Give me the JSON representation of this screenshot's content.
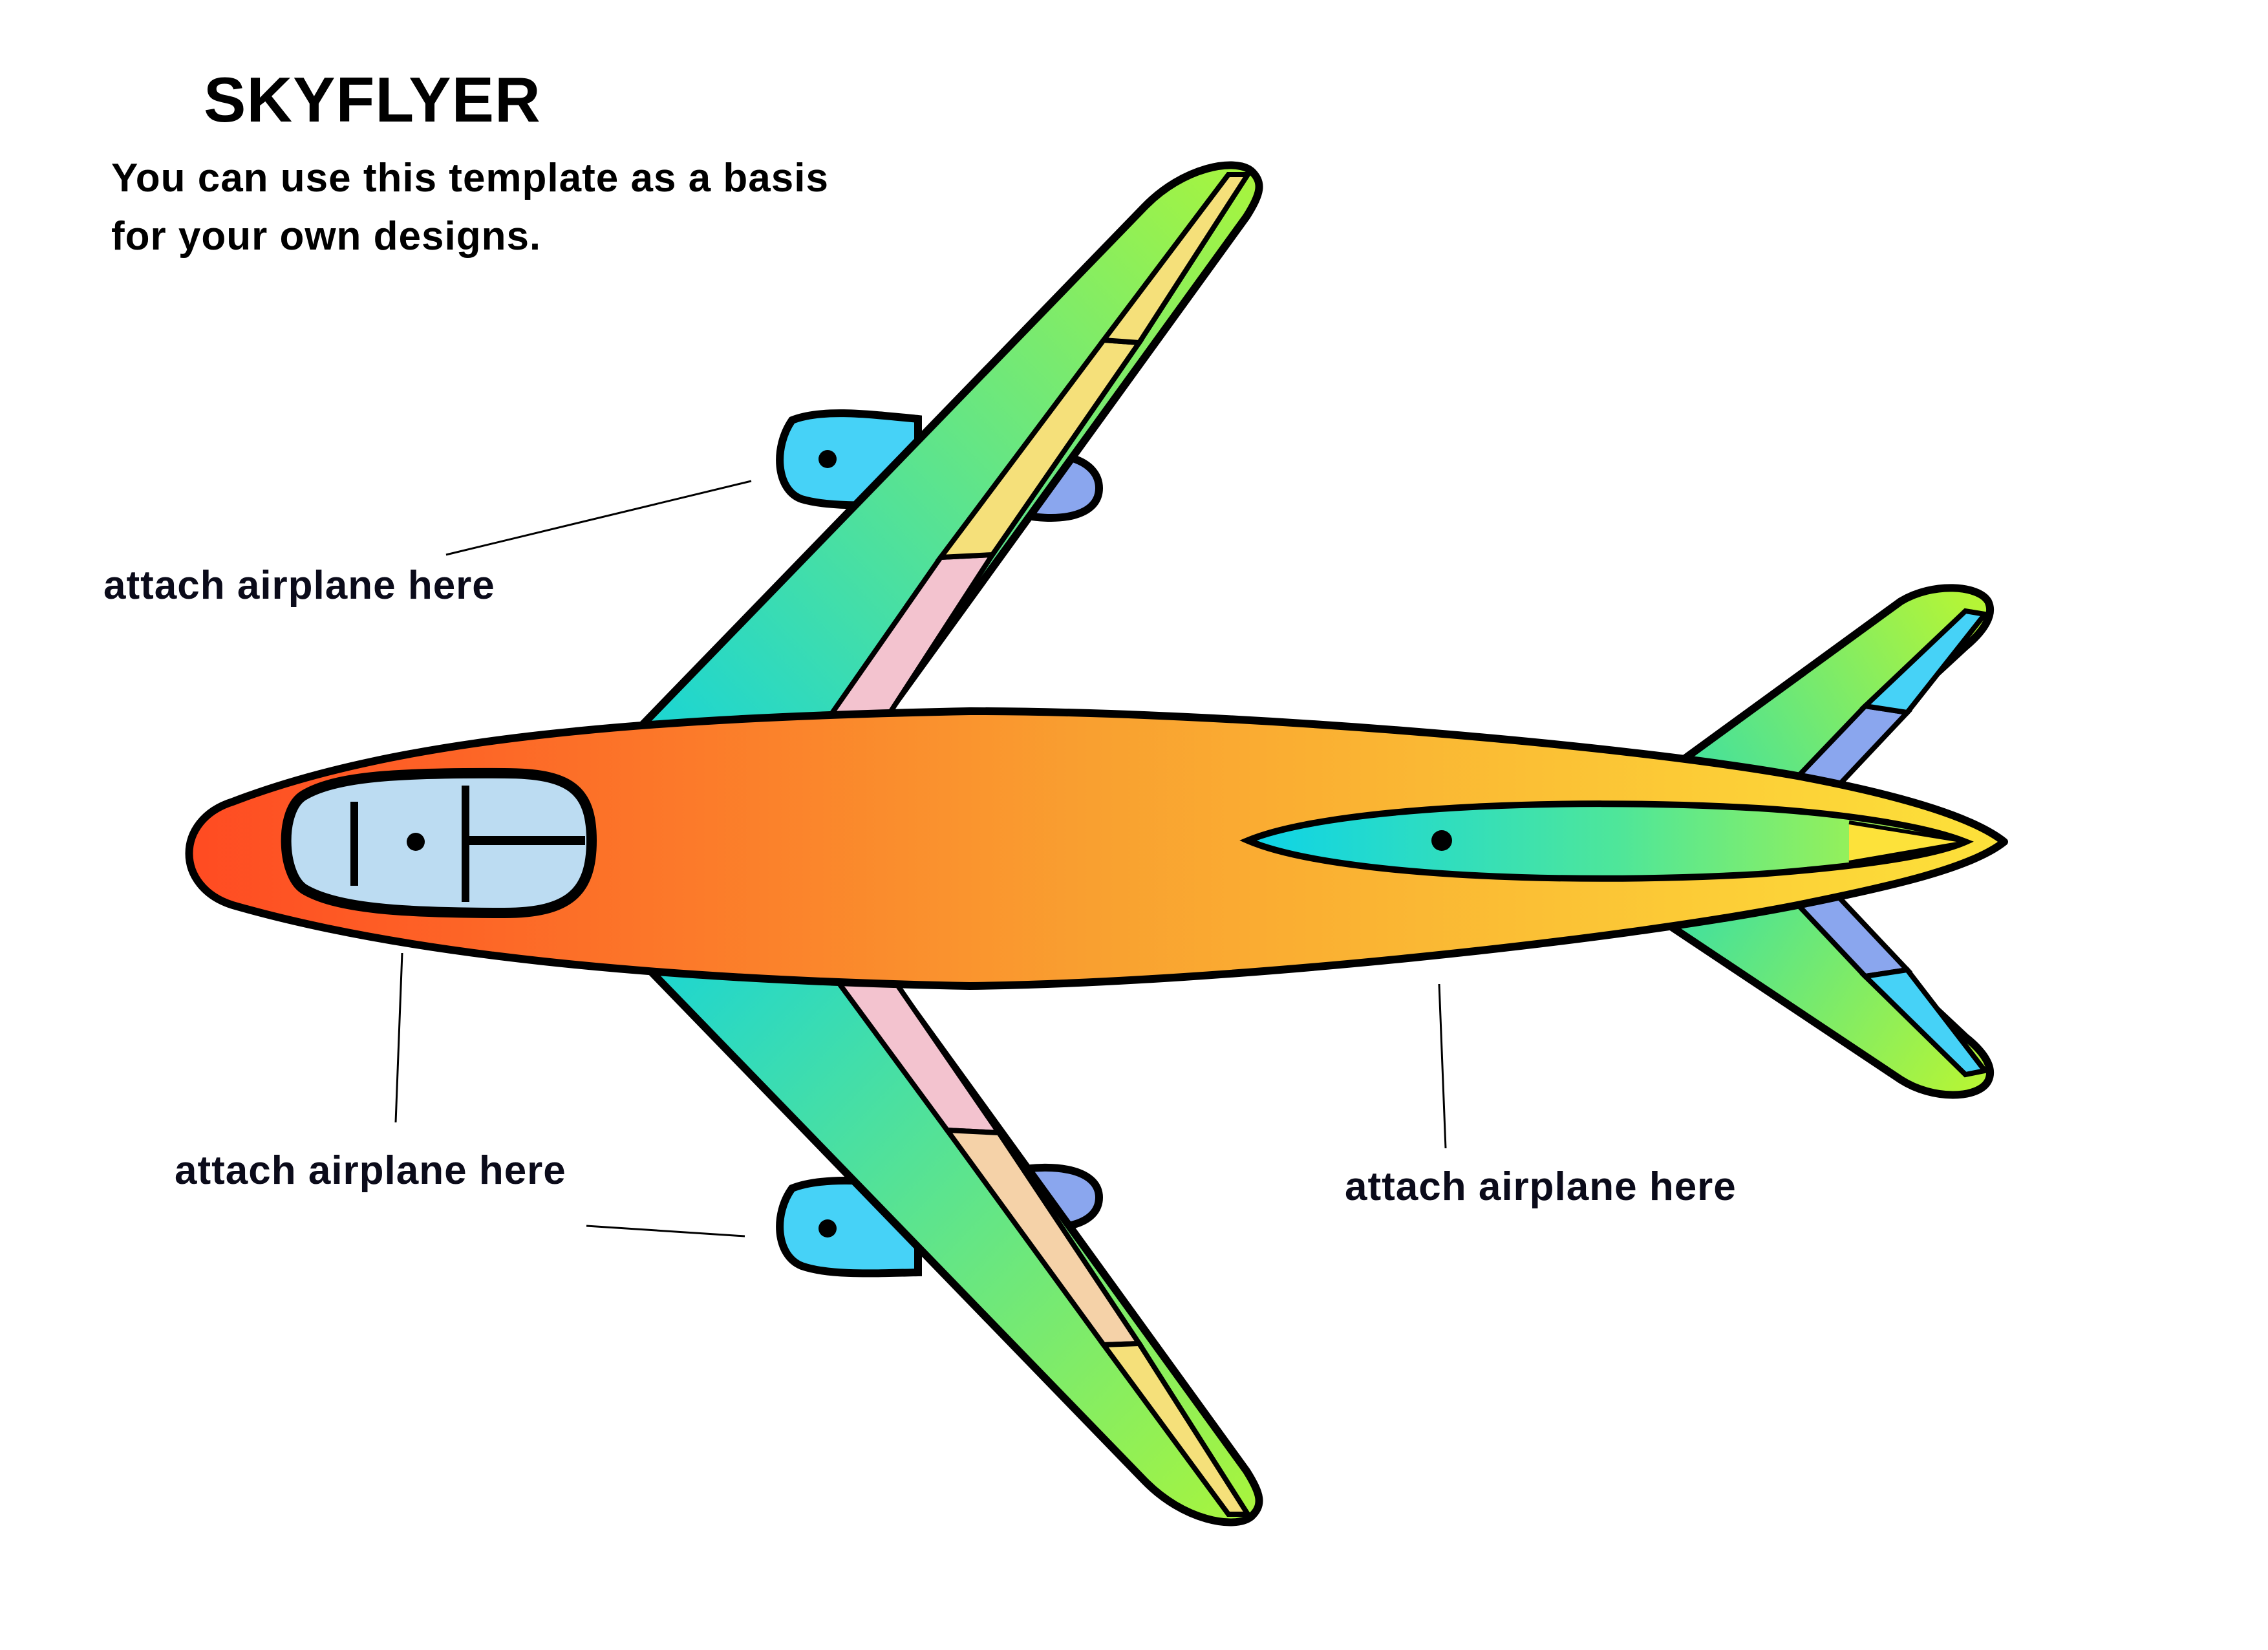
{
  "title": "SKYFLYER",
  "subtitle": {
    "line1": "You can use this template as a basis",
    "line2": "for your own designs."
  },
  "labels": {
    "upper_left": "attach airplane here",
    "lower_left": "attach airplane here",
    "right": "attach airplane here"
  },
  "colors": {
    "nose": "#ff4a22",
    "fuselage_mid": "#f9a030",
    "fuselage_tail": "#fde23a",
    "wing_root": "#1fd6cf",
    "wing_tip": "#a9f53c",
    "flap_pink": "#f3c3cf",
    "flap_yellow": "#f5e07a",
    "engine_front": "#46d2f7",
    "engine_back": "#8aa6ee",
    "cockpit": "#bcdcf2",
    "tail_fin": "#12d4e4",
    "outline": "#000000"
  }
}
